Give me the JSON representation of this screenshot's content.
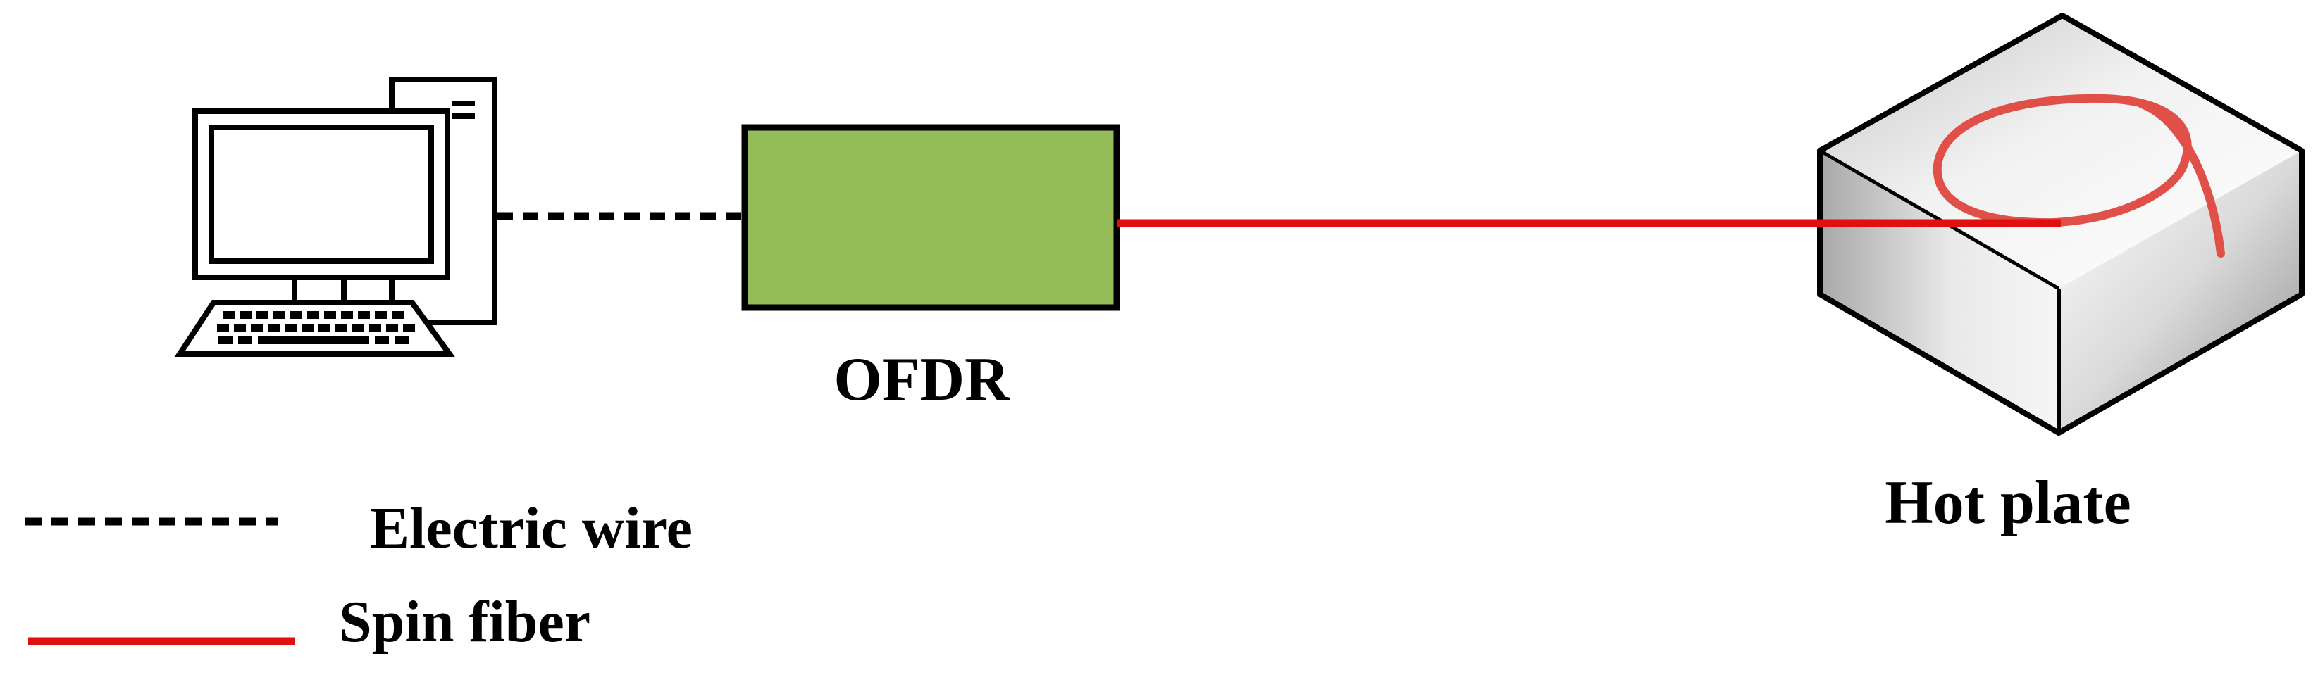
{
  "diagram": {
    "devices": {
      "computer": {
        "icon": "desktop-computer-icon"
      },
      "ofdr": {
        "label": "OFDR",
        "fill_color": "#94bd5a"
      },
      "hot_plate": {
        "label": "Hot plate",
        "icon": "hot-plate-icon"
      }
    },
    "connections": [
      {
        "from": "computer",
        "to": "ofdr",
        "type": "electric-wire"
      },
      {
        "from": "ofdr",
        "to": "hot_plate",
        "type": "spin-fiber"
      }
    ],
    "legend": {
      "items": [
        {
          "label": "Electric wire",
          "style": "dashed",
          "color": "#000000"
        },
        {
          "label": "Spin fiber",
          "style": "solid",
          "color": "#e01010"
        }
      ]
    },
    "colors": {
      "fiber": "#e01010",
      "fiber_coil": "#e05048",
      "wire": "#000000",
      "ofdr_fill": "#94bd5a"
    }
  }
}
